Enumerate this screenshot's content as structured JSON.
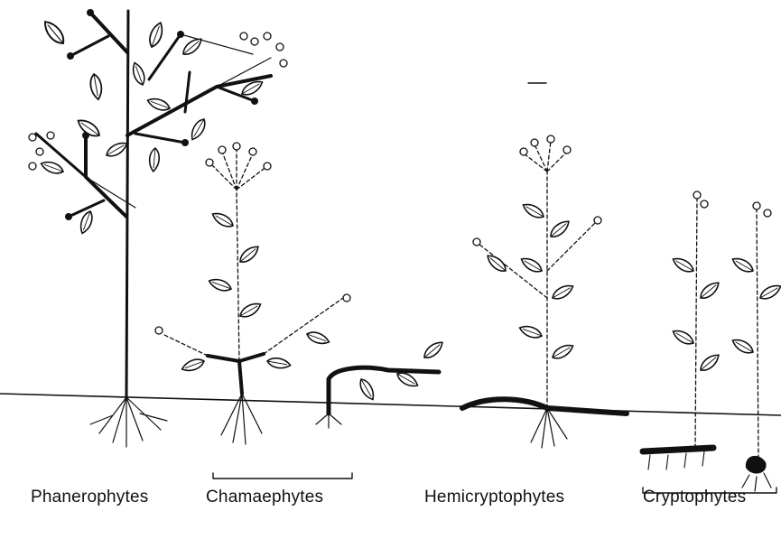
{
  "labels": {
    "phanerophytes": "Phanerophytes",
    "chamaephytes": "Chamaephytes",
    "hemicryptophytes": "Hemicryptophytes",
    "cryptophytes": "Cryptophytes"
  }
}
